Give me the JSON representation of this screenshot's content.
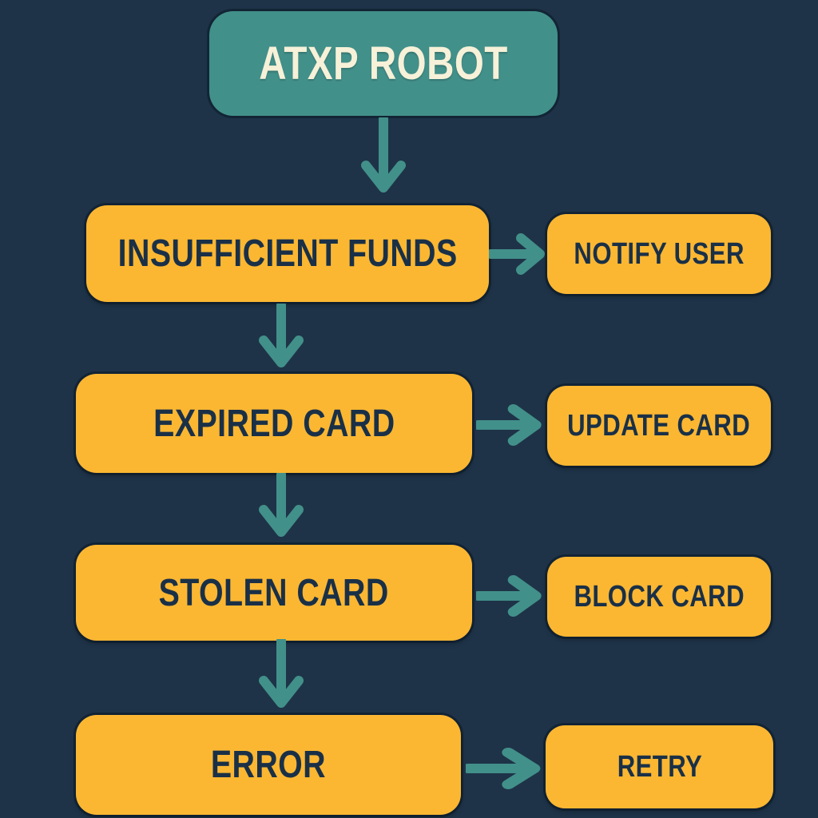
{
  "colors": {
    "background": "#1E3348",
    "teal": "#42908A",
    "yellow": "#FBB732",
    "dark_text": "#1A3047",
    "cream_text": "#F6F1D8"
  },
  "flow": {
    "root_label": "ATXP ROBOT",
    "rows": [
      {
        "source": "INSUFFICIENT FUNDS",
        "action": "NOTIFY USER"
      },
      {
        "source": "EXPIRED CARD",
        "action": "UPDATE CARD"
      },
      {
        "source": "STOLEN CARD",
        "action": "BLOCK CARD"
      },
      {
        "source": "ERROR",
        "action": "RETRY"
      }
    ]
  }
}
